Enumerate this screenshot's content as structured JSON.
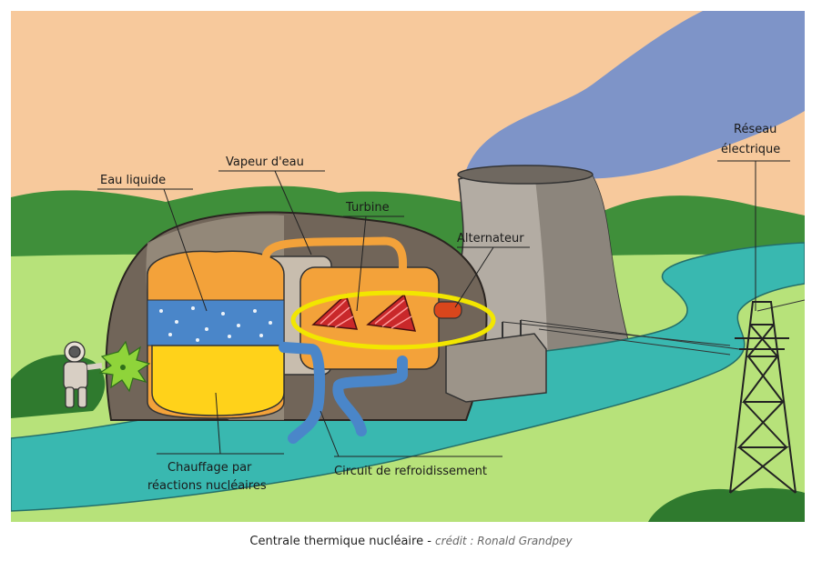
{
  "labels": {
    "eau_liquide": "Eau liquide",
    "vapeur_eau": "Vapeur d'eau",
    "turbine": "Turbine",
    "alternateur": "Alternateur",
    "reseau_line1": "Réseau",
    "reseau_line2": "électrique",
    "chauffage_line1": "Chauffage par",
    "chauffage_line2": "réactions nucléaires",
    "circuit": "Circuit de refroidissement"
  },
  "caption": {
    "title": "Centrale thermique nucléaire",
    "separator": " - ",
    "credit": "crédit : Ronald Grandpey"
  },
  "colors": {
    "sky": "#f7c99c",
    "smoke": "#7e94c8",
    "hills": "#3f8f3a",
    "grass": "#b7e27a",
    "river": "#39b8b0",
    "dome": "#716559",
    "liquid_water": "#4a86c9",
    "steam": "#f3a23a",
    "reactor": "#ffd21a",
    "highlight": "#f2e600"
  }
}
